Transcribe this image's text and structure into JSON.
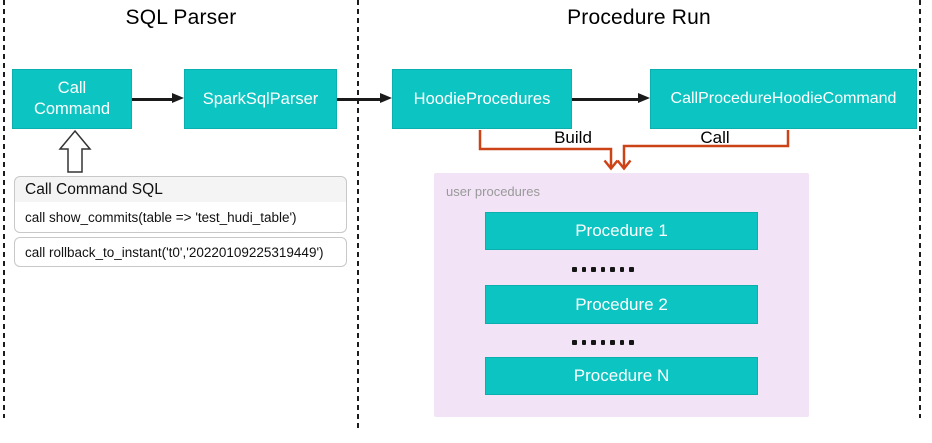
{
  "sections": {
    "sql_parser": {
      "title": "SQL Parser"
    },
    "procedure_run": {
      "title": "Procedure Run"
    }
  },
  "nodes": {
    "call_command": "Call Command",
    "spark_sql_parser": "SparkSqlParser",
    "hoodie_procedures": "HoodieProcedures",
    "call_procedure_hoodie_command": "CallProcedureHoodieCommand"
  },
  "sql_panel": {
    "header": "Call Command SQL",
    "rows": [
      "call show_commits(table => 'test_hudi_table')",
      "call rollback_to_instant('t0','20220109225319449')"
    ]
  },
  "edge_labels": {
    "build": "Build",
    "call": "Call"
  },
  "user_procedures": {
    "label": "user procedures",
    "items": [
      "Procedure 1",
      "Procedure 2",
      "Procedure N"
    ]
  },
  "colors": {
    "node_fill": "#0cc5c2",
    "node_text": "#ffffff",
    "connector_orange": "#cc4318",
    "connector_black": "#1a1a1a",
    "panel_pink": "#f2e4f6",
    "label_gray": "#999999"
  }
}
